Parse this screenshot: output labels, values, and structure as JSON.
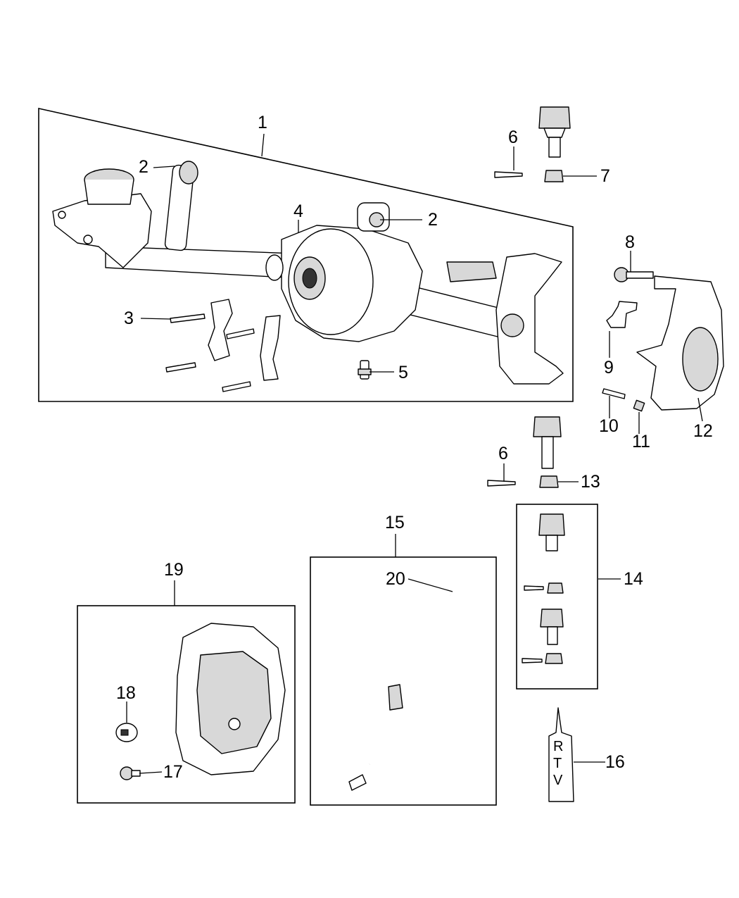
{
  "callouts": {
    "c1": "1",
    "c2a": "2",
    "c2b": "2",
    "c3": "3",
    "c4": "4",
    "c5": "5",
    "c6a": "6",
    "c7": "7",
    "c8": "8",
    "c9": "9",
    "c10": "10",
    "c11": "11",
    "c12": "12",
    "c6b": "6",
    "c13": "13",
    "c14": "14",
    "c15": "15",
    "c16": "16",
    "c17": "17",
    "c18": "18",
    "c19": "19",
    "c20": "20"
  },
  "rtv_tube": {
    "letters": [
      "R",
      "T",
      "V"
    ]
  }
}
